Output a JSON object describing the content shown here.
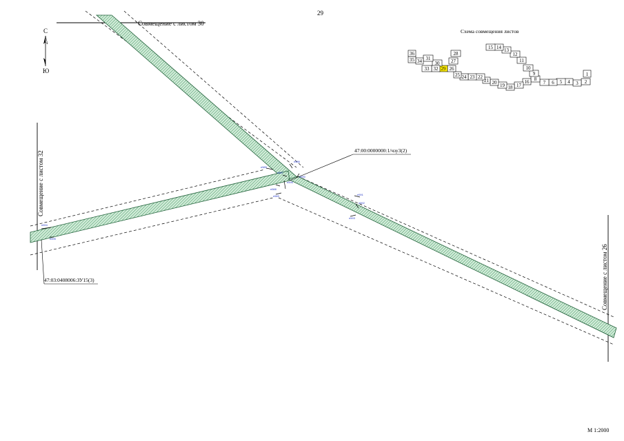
{
  "sheet": {
    "page_number": "29",
    "scale": "М 1:2000",
    "current_sheet": "29"
  },
  "north_arrow": {
    "north": "С",
    "south": "Ю"
  },
  "edges": {
    "top": "Совмещение с листом 30",
    "left": "Совмещение с листом 32",
    "right": "Совмещение с листом 26"
  },
  "parcels": {
    "center": "47:00:0000000:1/чзу3(2)",
    "left": "47:03:0408006:ЗУ15(3)"
  },
  "point_labels": [
    "н585",
    "н586",
    "н587",
    "н588",
    "н589",
    "н590",
    "н591",
    "н592",
    "н593",
    "н594",
    "н595",
    "н596"
  ],
  "index_scheme": {
    "title": "Схема совмещения листов",
    "sheets": [
      "1",
      "2",
      "3",
      "4",
      "5",
      "6",
      "7",
      "8",
      "9",
      "10",
      "11",
      "12",
      "13",
      "14",
      "15",
      "16",
      "17",
      "18",
      "19",
      "20",
      "21",
      "22",
      "23",
      "24",
      "25",
      "26",
      "27",
      "28",
      "29",
      "30",
      "31",
      "32",
      "33",
      "34",
      "35",
      "36"
    ]
  },
  "colors": {
    "strip_fill": "#d2ecd9",
    "strip_hatch": "#2f8a52",
    "highlight": "#ffee00",
    "point_label": "#2a3cc8"
  }
}
